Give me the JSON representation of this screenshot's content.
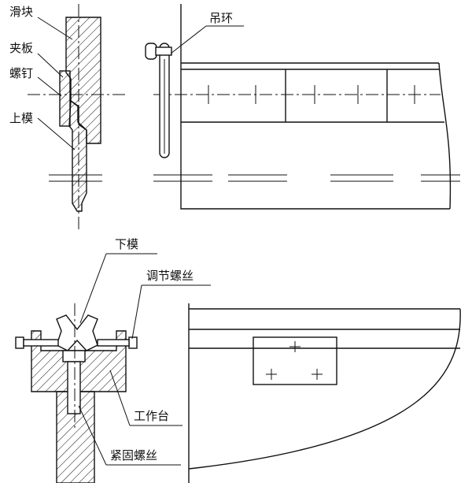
{
  "labels": {
    "slider": "滑块",
    "clamp_plate": "夹板",
    "screw": "螺钉",
    "upper_die": "上模",
    "lifting_ring": "吊环",
    "lower_die": "下模",
    "adjusting_screw": "调节螺丝",
    "worktable": "工作台",
    "fastening_screw": "紧固螺丝"
  }
}
